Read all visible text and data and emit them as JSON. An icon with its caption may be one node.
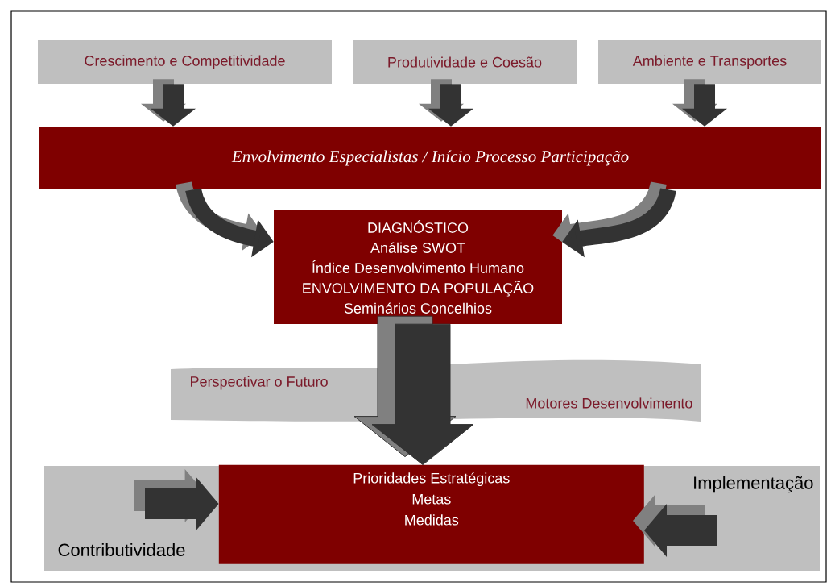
{
  "diagram": {
    "nodes": [
      {
        "text": [
          "Crescimento e Competitividade"
        ]
      },
      {
        "text": [
          "Produtividade e Coesão"
        ]
      },
      {
        "text": [
          "Ambiente e Transportes"
        ]
      },
      {
        "text": [
          "Envolvimento Especialistas / Início Processo Participação"
        ]
      },
      {
        "text": [
          "DIAGNÓSTICO",
          "Análise SWOT",
          "Índice Desenvolvimento Humano",
          "ENVOLVIMENTO DA POPULAÇÃO",
          "Seminários Concelhios"
        ]
      },
      {
        "text": [
          "Perspectivar o Futuro",
          "Motores Desenvolvimento"
        ]
      },
      {
        "text": [
          "Implementação",
          "Contributividade"
        ]
      },
      {
        "text": [
          "Prioridades Estratégicas",
          "Metas",
          "Medidas"
        ],
        "in": 6
      }
    ],
    "edges": [
      {
        "from": 0,
        "to": 3,
        "arrow": "to"
      },
      {
        "from": 1,
        "to": 3,
        "arrow": "to"
      },
      {
        "from": 2,
        "to": 3,
        "arrow": "to"
      },
      {
        "from": 3,
        "to": 4,
        "arrow": "to"
      },
      {
        "from": 3,
        "to": 4,
        "arrow": "to"
      },
      {
        "from": 4,
        "to": 7,
        "arrow": "to",
        "style": "thick"
      },
      {
        "from": null,
        "to": 7,
        "arrow": "to"
      },
      {
        "from": null,
        "to": 7,
        "arrow": "to"
      }
    ]
  }
}
